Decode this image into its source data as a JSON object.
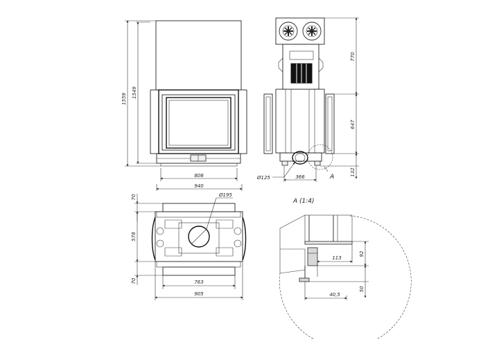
{
  "front_view": {
    "dim_total_height": "1559",
    "dim_body_height": "1549",
    "dim_width": "808",
    "dim_overall_width": "940"
  },
  "side_view": {
    "dim_upper": "770",
    "dim_middle": "647",
    "dim_lower": "132",
    "dim_flue": "Ø125",
    "dim_depth": "366",
    "detail_marker": "A"
  },
  "top_view": {
    "dim_flue": "Ø195",
    "dim_top": "70",
    "dim_mid": "578",
    "dim_bottom": "70",
    "dim_inner_width": "763",
    "dim_outer_width": "905"
  },
  "detail_view": {
    "title": "A (1:4)",
    "dim_width": "113",
    "dim_height": "92",
    "dim_foot_width": "40,5",
    "dim_foot_height": "50"
  }
}
